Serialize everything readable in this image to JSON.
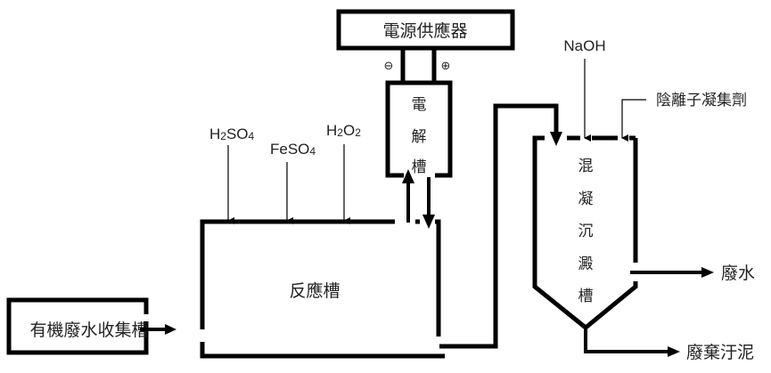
{
  "diagram": {
    "nodes": {
      "power_supply": {
        "label": "電源供應器"
      },
      "electrolysis_tank": {
        "label_chars": [
          "電",
          "解",
          "槽"
        ]
      },
      "reaction_tank": {
        "label": "反應槽"
      },
      "collection_tank": {
        "label": "有機廢水收集槽"
      },
      "coag_tank": {
        "label_chars": [
          "混",
          "凝",
          "沉",
          "澱",
          "槽"
        ]
      }
    },
    "terminals": {
      "negative": "⊖",
      "positive": "⊕"
    },
    "reagents": {
      "h2so4": {
        "base": "H",
        "sub1": "2",
        "mid": "SO",
        "sub2": "4"
      },
      "feso4": {
        "base": "FeSO",
        "sub1": "4"
      },
      "h2o2": {
        "base": "H",
        "sub1": "2",
        "mid": "O",
        "sub2": "2"
      },
      "naoh": {
        "label": "NaOH"
      },
      "anionic_coagulant": {
        "label": "陰離子凝集劑"
      }
    },
    "outputs": {
      "wastewater": {
        "label": "廢水"
      },
      "sludge": {
        "label": "廢棄汙泥"
      }
    }
  }
}
